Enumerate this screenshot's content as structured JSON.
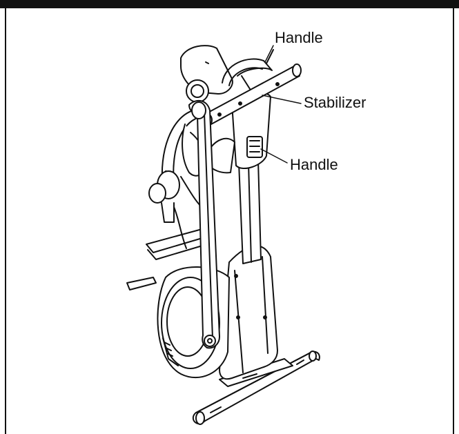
{
  "labels": {
    "handle_top": "Handle",
    "stabilizer": "Stabilizer",
    "handle_side": "Handle"
  }
}
